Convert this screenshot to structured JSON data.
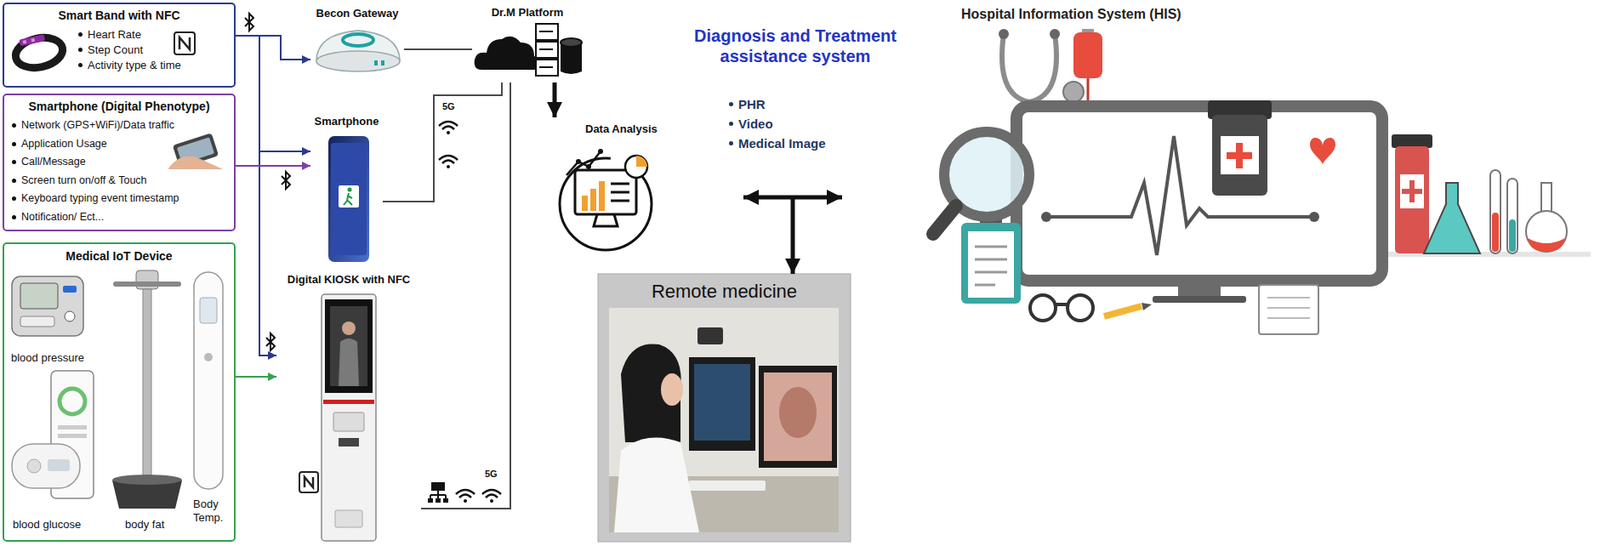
{
  "diagram": {
    "nodes": [
      {
        "text": [
          "Smart Band with NFC",
          "Heart Rate",
          "Step Count",
          "Activity type & time"
        ]
      },
      {
        "text": [
          "Smartphone (Digital Phenotype)",
          "Network (GPS+WiFi)/Data traffic",
          "Application Usage",
          "Call/Message",
          "Screen turn on/off & Touch",
          "Keyboard typing event timestamp",
          "Notification/ Ect..."
        ]
      },
      {
        "text": [
          "Medical IoT Device",
          "blood pressure",
          "blood glucose",
          "body fat",
          "Body Temp."
        ]
      },
      {
        "text": [
          "Becon Gateway"
        ]
      },
      {
        "text": [
          "Smartphone"
        ]
      },
      {
        "text": [
          "Digital KIOSK with NFC"
        ]
      },
      {
        "text": [
          "Dr.M Platform"
        ]
      },
      {
        "text": [
          "Data Analysis"
        ]
      },
      {
        "text": [
          "Diagnosis and Treatment assistance system",
          "PHR",
          "Video",
          "Medical Image"
        ]
      },
      {
        "text": [
          "Remote medicine"
        ]
      },
      {
        "text": [
          "Hospital Information System (HIS)"
        ]
      }
    ],
    "edges": [
      {
        "from": 0,
        "to": 3,
        "arrow": "to"
      },
      {
        "from": 0,
        "to": 4,
        "arrow": "to"
      },
      {
        "from": 0,
        "to": 5,
        "arrow": "to"
      },
      {
        "from": 1,
        "to": 4,
        "arrow": "to"
      },
      {
        "from": 2,
        "to": 5,
        "arrow": "to"
      },
      {
        "from": 3,
        "to": 6,
        "arrow": "none"
      },
      {
        "from": 4,
        "to": 6,
        "arrow": "none"
      },
      {
        "from": 5,
        "to": 6,
        "arrow": "none"
      },
      {
        "from": 6,
        "to": 7,
        "arrow": "to"
      },
      {
        "from": 8,
        "to": 9,
        "arrow": "to"
      }
    ],
    "labels": [
      "5G",
      "5G"
    ]
  }
}
